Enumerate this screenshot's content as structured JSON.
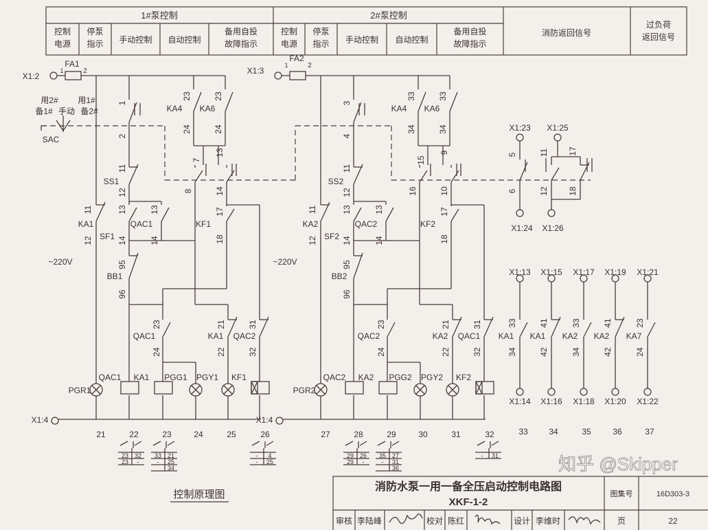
{
  "header": {
    "pump1_title": "1#泵控制",
    "pump2_title": "2#泵控制",
    "pump_columns": [
      [
        "控制",
        "电源"
      ],
      [
        "停泵",
        "指示"
      ],
      [
        "手动控制"
      ],
      [
        "自动控制"
      ],
      [
        "备用自投",
        "故障指示"
      ]
    ],
    "fire_return_signal": "消防返回信号",
    "overload_return_signal": [
      "过负荷",
      "返回信号"
    ]
  },
  "left_labels": [
    "X1:2",
    "FA1",
    "1",
    "2",
    "用2#",
    "备1#",
    "手动",
    "用1#",
    "备2#",
    "SAC",
    "1",
    "2",
    "11",
    "SS1",
    "12",
    "13",
    "11",
    "KA1",
    "12",
    "SF1",
    "14",
    "QAC1",
    "13",
    "14",
    "95",
    "BB1",
    "96",
    "23",
    "KA4",
    "24",
    "23",
    "KA6",
    "24",
    "7",
    "13",
    "8",
    "14",
    "17",
    "KF1",
    "18",
    "~220V",
    "23",
    "QAC1",
    "24",
    "21",
    "KA1",
    "22",
    "31",
    "QAC2",
    "32",
    "PGR1",
    "QAC1",
    "KA1",
    "PGG1",
    "PGY1",
    "KF1",
    "X1:4",
    "21",
    "22",
    "23",
    "24",
    "25",
    "26"
  ],
  "right_labels": [
    "X1:3",
    "FA2",
    "1",
    "2",
    null,
    null,
    null,
    null,
    null,
    null,
    "3",
    "4",
    "11",
    "SS2",
    "12",
    "13",
    "11",
    "KA2",
    "12",
    "SF2",
    "14",
    "QAC2",
    "13",
    "14",
    "95",
    "BB2",
    "96",
    "33",
    "KA4",
    "34",
    "33",
    "KA6",
    "34",
    "15",
    "9",
    "16",
    "10",
    "17",
    "KF2",
    "18",
    "~220V",
    "23",
    "QAC2",
    "24",
    "21",
    "KA2",
    "22",
    "31",
    "QAC1",
    "32",
    "PGR2",
    "QAC2",
    "KA2",
    "PGG2",
    "PGY2",
    "KF2",
    "X1:4",
    "27",
    "28",
    "29",
    "30",
    "31",
    "32"
  ],
  "signal_labels": [
    "X1:23",
    "X1:25",
    "5",
    "6",
    "11",
    "12",
    "17",
    "18",
    "X1:24",
    "X1:26",
    "X1:13",
    "X1:15",
    "X1:17",
    "X1:19",
    "X1:21",
    "33",
    "KA1",
    "34",
    "41",
    "KA1",
    "42",
    "33",
    "KA2",
    "34",
    "41",
    "KA2",
    "42",
    "23",
    "KA7",
    "24",
    "X1:14",
    "X1:16",
    "X1:18",
    "X1:20",
    "X1:22",
    "33",
    "34",
    "35",
    "36",
    "37"
  ],
  "cross_refs": {
    "left": [
      [
        "23",
        "32"
      ],
      [
        "23",
        "-"
      ],
      [
        "33",
        "21"
      ],
      [
        "-",
        "25"
      ],
      [
        "",
        "34"
      ],
      [
        "-",
        "4"
      ],
      [
        "-",
        "25"
      ]
    ],
    "right": [
      [
        "29",
        "26"
      ],
      [
        "29",
        "-"
      ],
      [
        "35",
        "27"
      ],
      [
        "-",
        "31"
      ],
      [
        "",
        "36"
      ],
      [
        "-",
        "31"
      ]
    ]
  },
  "caption": "控制原理图",
  "title_block": {
    "title": "消防水泵一用一备全压启动控制电路图",
    "subtitle": "XKF-1-2",
    "atlas_label": "图集号",
    "atlas_number": "16D303-3",
    "review_label": "审核",
    "reviewer": "李陆峰",
    "check_label": "校对",
    "checker": "陈红",
    "design_label": "设计",
    "designer": "李维时",
    "page_label": "页",
    "page_number": "22"
  },
  "watermark": "知乎 @Skipper"
}
